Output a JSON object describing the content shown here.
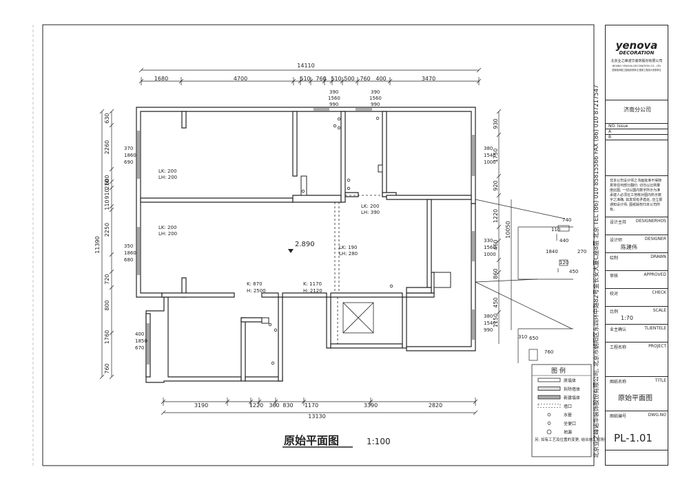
{
  "drawing": {
    "title": "原始平面图",
    "scale": "1:100",
    "level_mark": "2.890"
  },
  "dimensions": {
    "top_total": "14110",
    "top_segments": [
      "1680",
      "4700",
      "510",
      "760",
      "510",
      "500",
      "760",
      "400",
      "3470"
    ],
    "bottom_total": "13130",
    "bottom_segments": [
      "3190",
      "1220",
      "360",
      "830",
      "1170",
      "3390",
      "2820"
    ],
    "left_total": "11390",
    "left_segments": [
      "630",
      "2260",
      "600",
      "210",
      "910",
      "110",
      "2250",
      "720",
      "800",
      "1760",
      "760"
    ],
    "right_total": "10050",
    "right_segments": [
      "930",
      "1750",
      "920",
      "1220",
      "460",
      "860",
      "450",
      "1150"
    ]
  },
  "openings": {
    "win_left_1": [
      "370",
      "1860",
      "690"
    ],
    "win_left_2": [
      "350",
      "1860",
      "680"
    ],
    "win_left_3": [
      "400",
      "1850",
      "670"
    ],
    "win_right_1": [
      "380",
      "1540",
      "1000"
    ],
    "win_right_2": [
      "330",
      "1560",
      "1000"
    ],
    "win_right_3": [
      "380",
      "1540",
      "990"
    ],
    "win_top_1": [
      "390",
      "1560",
      "990"
    ],
    "win_top_2": [
      "390",
      "1560",
      "990"
    ],
    "lk1": [
      "LK: 200",
      "LH: 200"
    ],
    "lk2": [
      "LK: 200",
      "LH: 200"
    ],
    "lk3": [
      "LK: 200",
      "LH: 390"
    ],
    "lk4": [
      "LK: 190",
      "LH: 280"
    ],
    "door1": [
      "K: 870",
      "H: 2500"
    ],
    "door2": [
      "K: 1170",
      "H: 2120"
    ]
  },
  "details": {
    "d1": [
      "740",
      "110",
      "440"
    ],
    "d2": [
      "1840",
      "270",
      "120",
      "450"
    ],
    "d3": [
      "310",
      "650",
      "760"
    ]
  },
  "legend": {
    "title": "图 例",
    "items": [
      "原墙体",
      "拆除墙体",
      "新建墙体",
      "墙口",
      "水管",
      "坐便口",
      "地漏"
    ],
    "note": "另: 如有工艺及位置的变更, 结合施工现场实际情况直接交底。"
  },
  "company_vertical": "北京业之峰诺华装饰股份有限公司, 北京市朝阳区东四环中路82号金长安大厦C座8层 北京 TEL (86) 010 85815566 FAX (86) 010 87217547",
  "title_block": {
    "brand": "yenova",
    "brand_sub": "DECORATION",
    "company_cn": "北京业之峰诺华装饰股份有限公司",
    "company_en": "BEIJING YENOVA DECORATION CO., LTD",
    "company_tag": "国家装饰施工图纸资质单位·国家工程设计资质单位",
    "branch": "济南分公司",
    "no_label": "NO.",
    "issue_label": "Issue",
    "rev_a": "A",
    "rev_b": "B",
    "copyright": "非本公司设计师之书面批准不得随意将任何部分翻印, 切勿以比例量度此图, 一切以图内数字所示为准承建人必须在工地核对图内所示数字之准确, 如发现有矛盾处, 应立即通知设计师, 图纸版权归本公司所有。",
    "rows": [
      {
        "cn": "设计主持",
        "en": "DESIGNERHOS",
        "val": ""
      },
      {
        "cn": "设计师",
        "en": "DESIGNER",
        "val": "陈建伟"
      },
      {
        "cn": "绘制",
        "en": "DRAWN",
        "val": ""
      },
      {
        "cn": "审核",
        "en": "APPROVED",
        "val": ""
      },
      {
        "cn": "校对",
        "en": "CHECK",
        "val": ""
      },
      {
        "cn": "比例",
        "en": "SCALE",
        "val": "1:70"
      },
      {
        "cn": "业主确认",
        "en": "TLIENTELE",
        "val": ""
      },
      {
        "cn": "工程名称",
        "en": "PROJECT",
        "val": ""
      },
      {
        "cn": "图纸名称",
        "en": "TITLE",
        "val": "原始平面图"
      },
      {
        "cn": "图纸编号",
        "en": "DWG.NO",
        "val": "PL-1.01"
      }
    ]
  }
}
